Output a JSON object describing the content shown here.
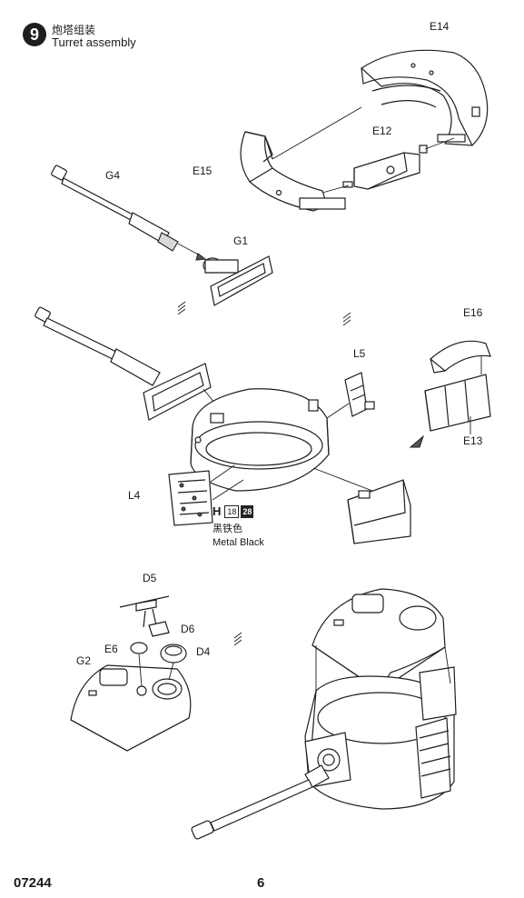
{
  "step": {
    "number": "9",
    "title_cn": "炮塔组装",
    "title_en": "Turret assembly"
  },
  "labels": {
    "E14": "E14",
    "E12": "E12",
    "E15": "E15",
    "G4": "G4",
    "G1": "G1",
    "E16": "E16",
    "L5": "L5",
    "E13": "E13",
    "L4": "L4",
    "D5": "D5",
    "D6": "D6",
    "E6": "E6",
    "D4": "D4",
    "G2": "G2"
  },
  "paint": {
    "letter": "H",
    "code_1": "18",
    "code_2": "28",
    "name_cn": "黑铁色",
    "name_en": "Metal Black"
  },
  "footer": {
    "product_code": "07244",
    "page_number": "6"
  },
  "colors": {
    "ink": "#1f1f1f",
    "shade": "#d9d9d9",
    "badge": "#1e1e1e"
  }
}
